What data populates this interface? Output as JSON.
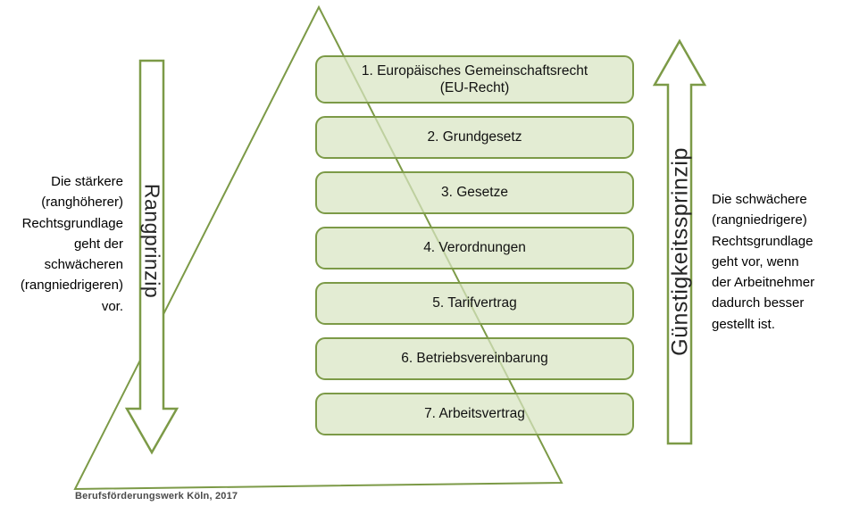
{
  "diagram": {
    "pyramid_levels": [
      {
        "label": "1. Europäisches Gemeinschaftsrecht\n(EU-Recht)"
      },
      {
        "label": "2. Grundgesetz"
      },
      {
        "label": "3. Gesetze"
      },
      {
        "label": "4. Verordnungen"
      },
      {
        "label": "5. Tarifvertrag"
      },
      {
        "label": "6. Betriebsvereinbarung"
      },
      {
        "label": "7. Arbeitsvertrag"
      }
    ],
    "left_arrow": {
      "label": "Rangprinzip",
      "direction": "down"
    },
    "right_arrow": {
      "label": "Günstigkeitssprinzip",
      "direction": "up"
    },
    "left_note": "Die stärkere\n(ranghöherer)\nRechtsgrundlage\ngeht der\nschwächeren\n(rangniedrigeren)\nvor.",
    "right_note": "Die schwächere\n(rangniedrigere)\nRechtsgrundlage\ngeht vor, wenn\nder Arbeitnehmer\ndadurch besser\ngestellt ist.",
    "source_caption": "Berufsförderungswerk Köln, 2017",
    "colors": {
      "green_outline": "#7c9a47",
      "box_fill": "#dde7cc",
      "text": "#111111"
    }
  }
}
